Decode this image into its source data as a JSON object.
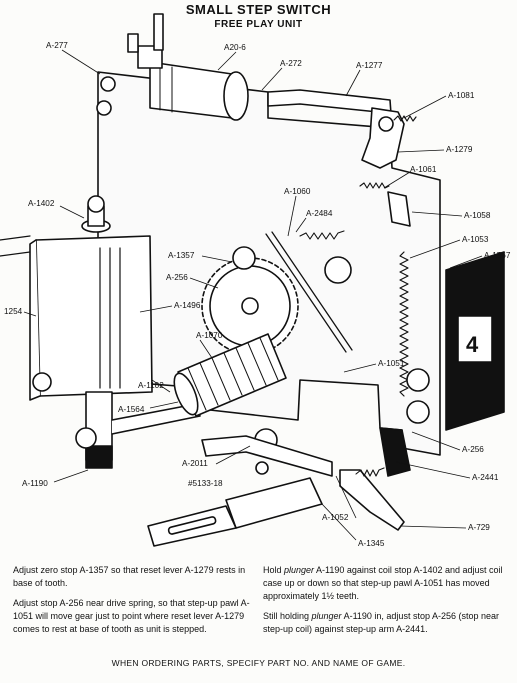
{
  "header": {
    "title": "SMALL STEP SWITCH",
    "subtitle": "FREE PLAY UNIT"
  },
  "labels": {
    "a277": "A-277",
    "a20_6": "A20-6",
    "a272": "A-272",
    "a1277": "A-1277",
    "a1081": "A-1081",
    "a1279": "A-1279",
    "a1061": "A-1061",
    "a1060": "A-1060",
    "a2484": "A-2484",
    "a1058": "A-1058",
    "a1053": "A-1053",
    "a1567": "A-1567",
    "a1402": "A-1402",
    "a1357": "A-1357",
    "a256_top": "A-256",
    "a1254": "1254",
    "a1496": "A-1496",
    "a1070": "A-1070",
    "a1102": "A-1102",
    "a1051": "A-1051",
    "a1564": "A-1564",
    "a256_right": "A-256",
    "a2441": "A-2441",
    "a1190": "A-1190",
    "a2011": "A-2011",
    "part_no": "#5133-18",
    "a729": "A-729",
    "a1052": "A-1052",
    "a1345": "A-1345",
    "counter_digit": "4"
  },
  "notes": {
    "note1": "Adjust zero stop A-1357 so that reset lever A-1279 rests in base of tooth.",
    "note2": "Adjust stop A-256 near drive spring, so that step-up pawl A-1051 will move gear just to point where reset lever A-1279 comes to rest at base of tooth as unit is stepped.",
    "note3_pre": "Hold ",
    "note3_em": "plunger",
    "note3_post": " A-1190 against coil stop A-1402 and adjust coil case up or down so that step-up pawl A-1051 has moved approximately 1½ teeth.",
    "note4_pre": "Still holding ",
    "note4_em": "plunger",
    "note4_post": " A-1190 in, adjust stop A-256 (stop near step-up coil) against step-up arm A-2441."
  },
  "footer": {
    "text": "WHEN ORDERING PARTS, SPECIFY PART NO. AND NAME OF GAME."
  }
}
